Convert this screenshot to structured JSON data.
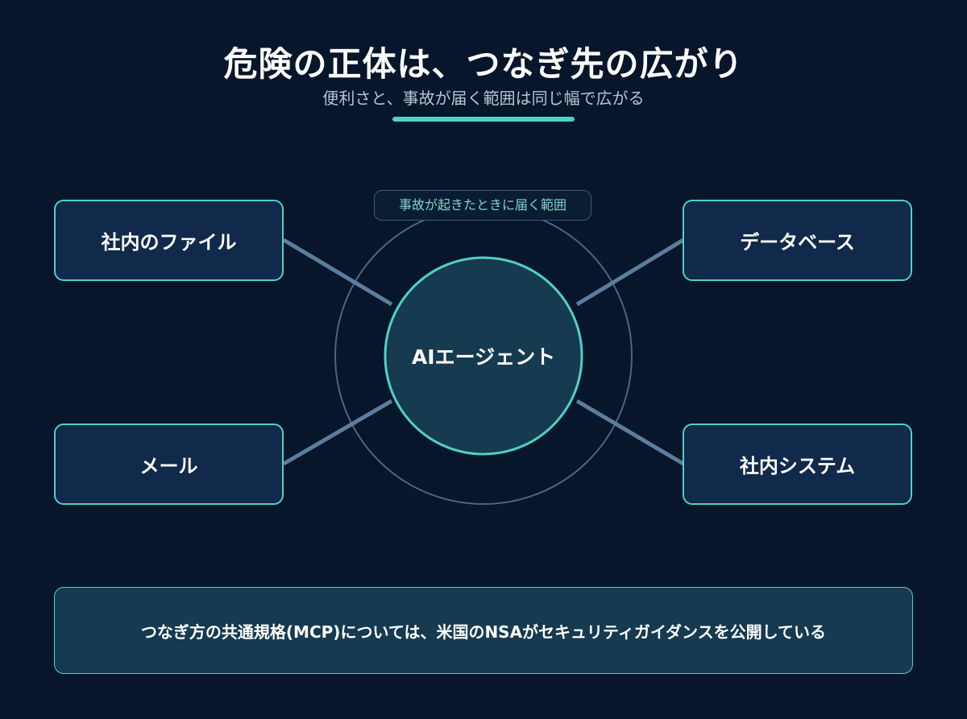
{
  "header": {
    "title": "危険の正体は、つなぎ先の広がり",
    "subtitle": "便利さと、事故が届く範囲は同じ幅で広がる"
  },
  "diagram": {
    "ring_label": "事故が起きたときに届く範囲",
    "center": "AIエージェント",
    "nodes": {
      "files": "社内のファイル",
      "database": "データベース",
      "mail": "メール",
      "system": "社内システム"
    }
  },
  "footer": {
    "note": "つなぎ方の共通規格(MCP)については、米国のNSAがセキュリティガイダンスを公開している"
  },
  "colors": {
    "background": "#07162a",
    "accent": "#4fd1c5",
    "node_fill": "#11294a",
    "center_fill": "#163a4f",
    "connector": "#5d7d9c",
    "ring": "#4a6584"
  }
}
